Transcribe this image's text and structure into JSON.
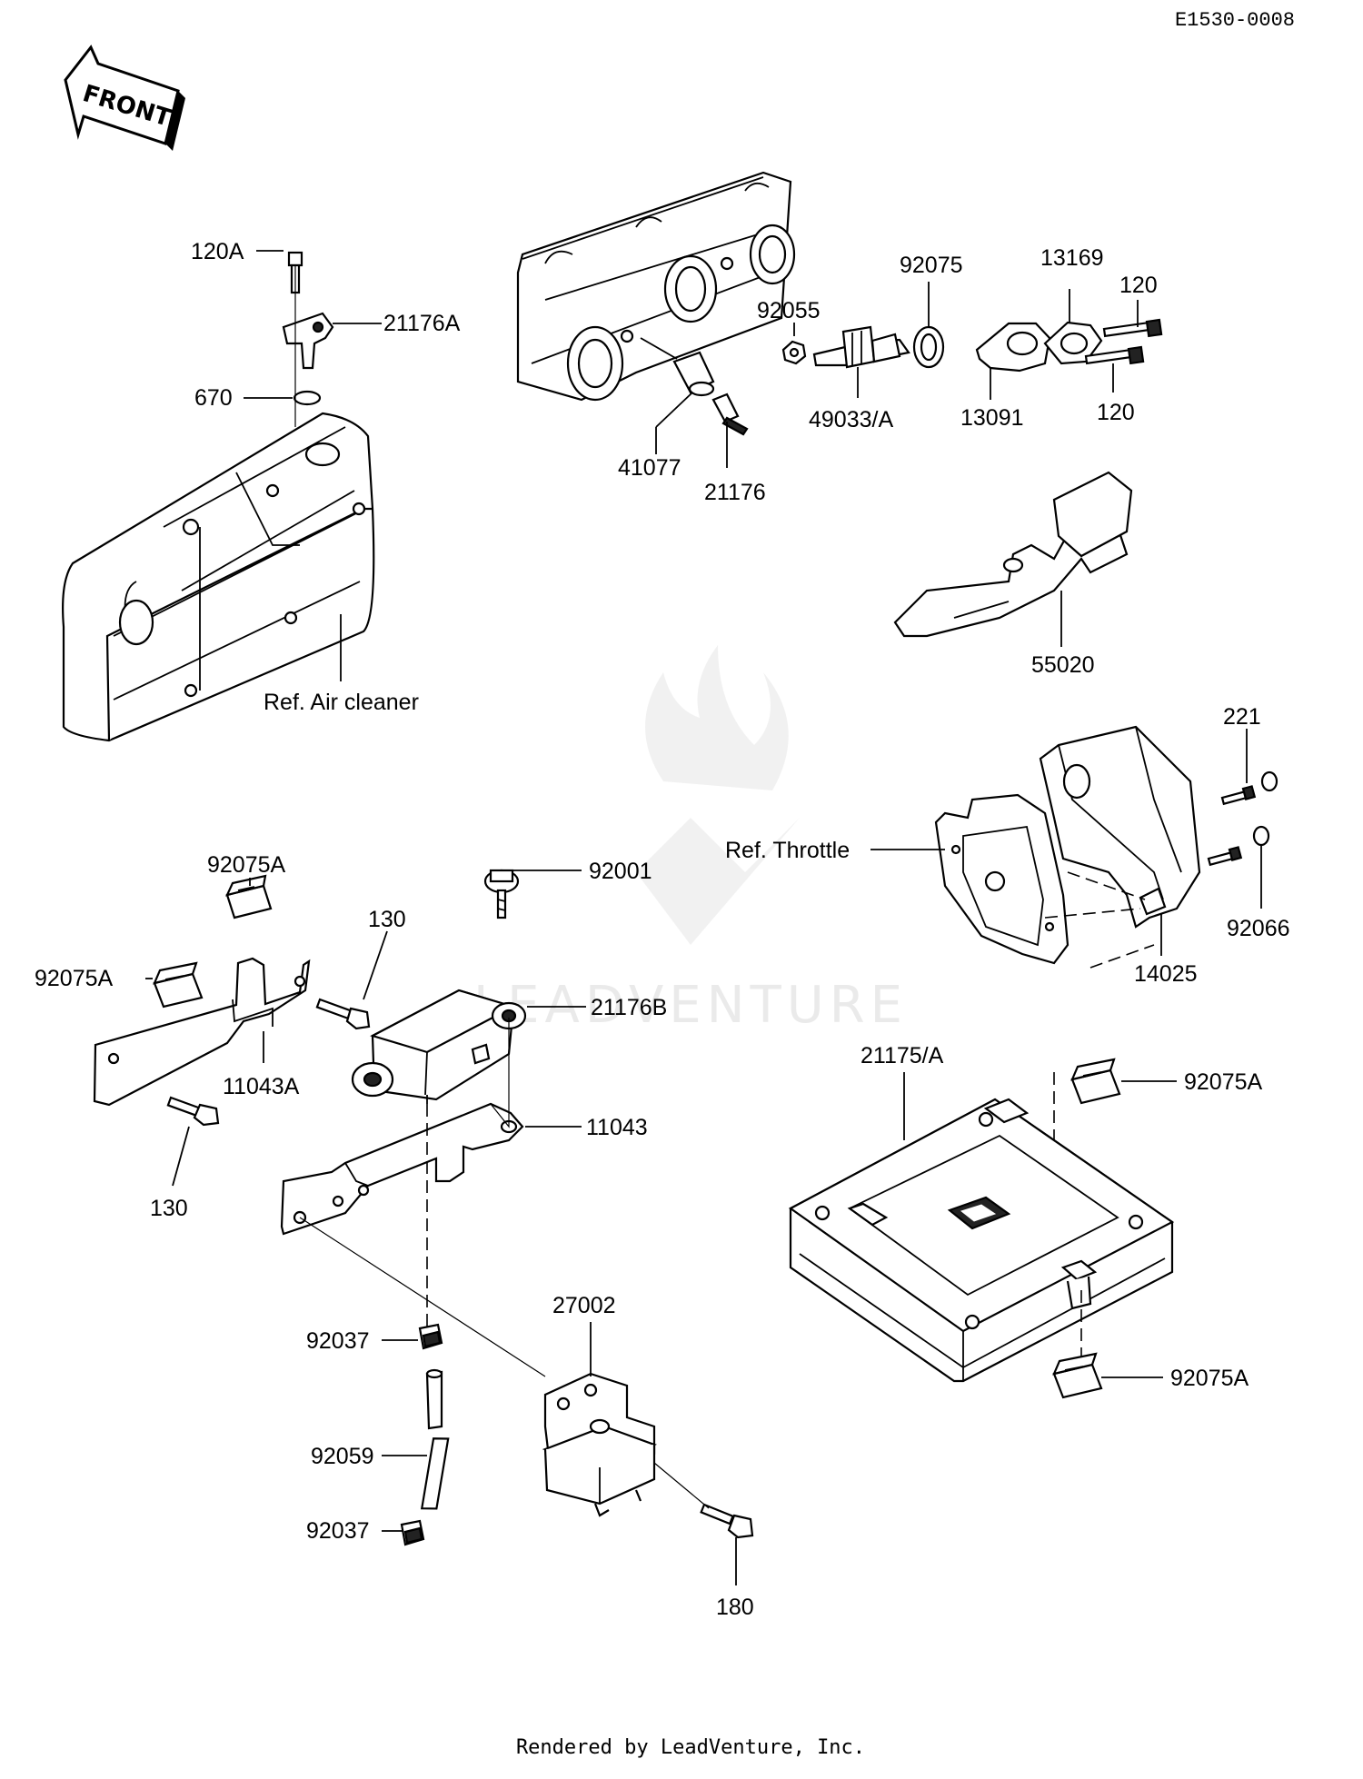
{
  "diagram_code": "E1530-0008",
  "front_arrow_label": "FRONT",
  "watermark": "LEADVENTURE",
  "footer": "Rendered by LeadVenture, Inc.",
  "labels": {
    "p120A": "120A",
    "p21176A": "21176A",
    "p670": "670",
    "ref_air_cleaner": "Ref. Air cleaner",
    "p41077": "41077",
    "p21176": "21176",
    "p92055": "92055",
    "p49033A": "49033/A",
    "p92075": "92075",
    "p13091": "13091",
    "p13169": "13169",
    "p120_top": "120",
    "p120_bottom": "120",
    "p55020": "55020",
    "p221": "221",
    "ref_throttle": "Ref. Throttle",
    "p92066": "92066",
    "p14025": "14025",
    "p92075A_top": "92075A",
    "p92075A_left": "92075A",
    "p130_top": "130",
    "p92001": "92001",
    "p21176B": "21176B",
    "p11043A": "11043A",
    "p130_bottom": "130",
    "p11043": "11043",
    "p21175A": "21175/A",
    "p92075A_ecu_top": "92075A",
    "p92075A_ecu_bottom": "92075A",
    "p27002": "27002",
    "p92037_top": "92037",
    "p92059": "92059",
    "p92037_bottom": "92037",
    "p180": "180"
  }
}
